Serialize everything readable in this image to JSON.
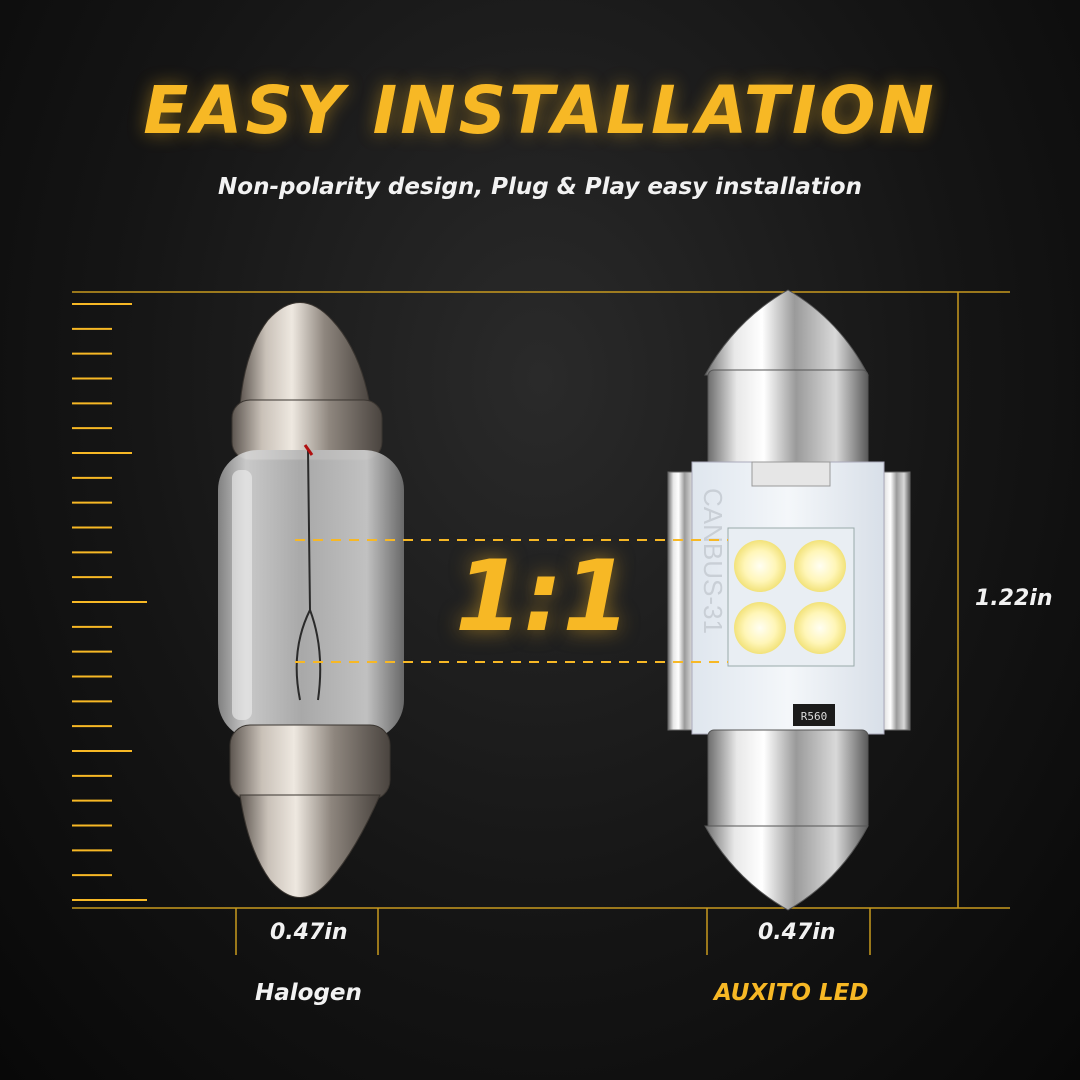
{
  "header": {
    "title": "EASY INSTALLATION",
    "subtitle": "Non-polarity design, Plug & Play easy installation"
  },
  "comparison": {
    "ratio": "1:1",
    "height_label": "1.22in",
    "left_width_label": "0.47in",
    "right_width_label": "0.47in",
    "left_name": "Halogen",
    "right_name": "AUXITO LED",
    "led_board_text": "CANBUS-31",
    "resistor_text": "R560"
  },
  "colors": {
    "accent": "#f7b825",
    "text": "#f2f2f2",
    "background": "#151515"
  }
}
